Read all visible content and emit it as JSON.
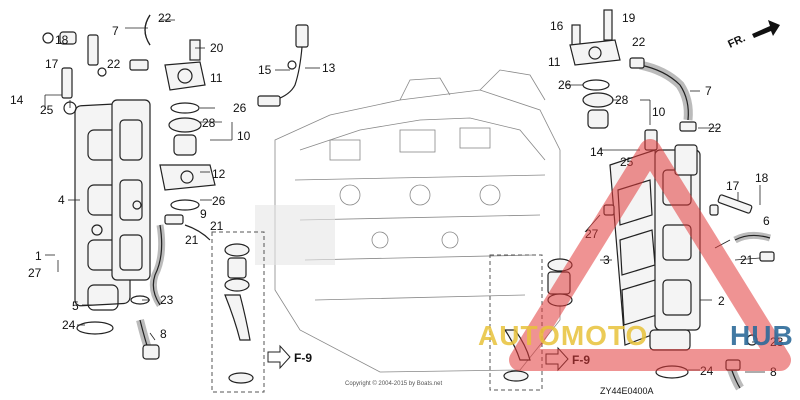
{
  "diagram": {
    "code": "ZY44E0400A",
    "front_marker": "FR.",
    "copyright": "Copyright © 2004-2015 by Boats.net",
    "figure_refs": [
      "F-9",
      "F-9"
    ],
    "watermark": {
      "brand_a": "AUTOMOTO",
      "brand_b": "HUB",
      "colors": {
        "accent": "#e23b3b",
        "yellow": "#e8c23a",
        "blue": "#2d6b9a"
      }
    },
    "callouts": [
      "22",
      "7",
      "18",
      "16",
      "19",
      "20",
      "13",
      "15",
      "17",
      "22",
      "11",
      "11",
      "22",
      "14",
      "25",
      "26",
      "28",
      "10",
      "26",
      "7",
      "4",
      "12",
      "26",
      "9",
      "21",
      "28",
      "10",
      "22",
      "14",
      "25",
      "17",
      "18",
      "21",
      "6",
      "1",
      "27",
      "27",
      "3",
      "21",
      "5",
      "23",
      "24",
      "8",
      "23",
      "24",
      "8",
      "2"
    ]
  }
}
